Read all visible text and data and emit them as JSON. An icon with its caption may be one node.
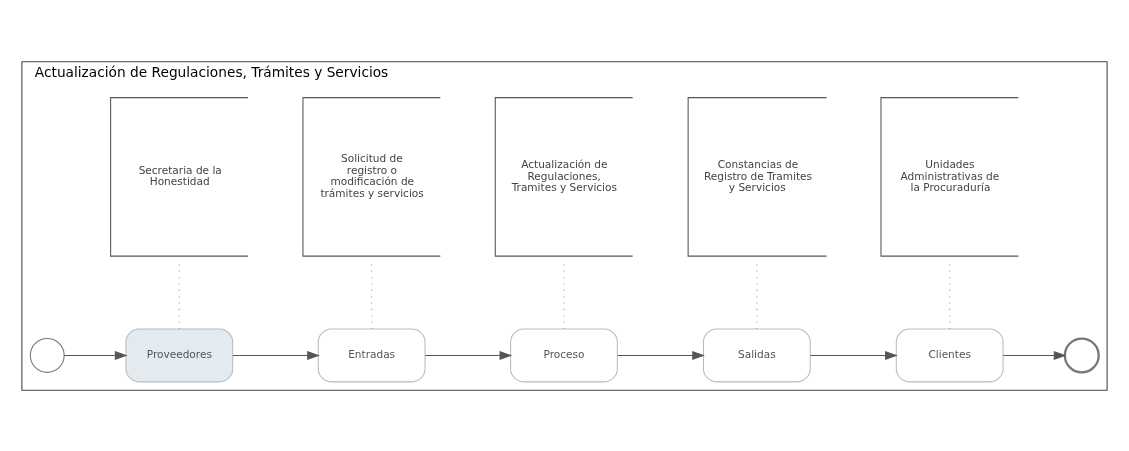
{
  "diagram": {
    "nodes": [
      {
        "text": [
          "Actualización de Regulaciones, Trámites y Servicios"
        ]
      },
      {
        "text": [],
        "shape": "circle",
        "in": 0
      },
      {
        "text": [
          "Proveedores"
        ],
        "in": 0
      },
      {
        "text": [
          "Entradas"
        ],
        "in": 0
      },
      {
        "text": [
          "Proceso"
        ],
        "in": 0
      },
      {
        "text": [
          "Salidas"
        ],
        "in": 0
      },
      {
        "text": [
          "Clientes"
        ],
        "in": 0
      },
      {
        "text": [],
        "shape": "circle",
        "in": 0
      },
      {
        "text": [
          "Secretaria de la Honestidad"
        ],
        "in": 0
      },
      {
        "text": [
          "Solicitud de registro o modificación de trámites y servicios"
        ],
        "in": 0
      },
      {
        "text": [
          "Actualización de Regulaciones, Tramites y Servicios"
        ],
        "in": 0
      },
      {
        "text": [
          "Constancias de Registro de Tramites y Servicios"
        ],
        "in": 0
      },
      {
        "text": [
          "Unidades Administrativas de la Procuraduría"
        ],
        "in": 0
      }
    ],
    "edges": [
      {
        "from": 1,
        "to": 2,
        "arrow": "to"
      },
      {
        "from": 2,
        "to": 3,
        "arrow": "to"
      },
      {
        "from": 3,
        "to": 4,
        "arrow": "to"
      },
      {
        "from": 4,
        "to": 5,
        "arrow": "to"
      },
      {
        "from": 5,
        "to": 6,
        "arrow": "to"
      },
      {
        "from": 6,
        "to": 7,
        "arrow": "to"
      },
      {
        "from": 2,
        "to": 8,
        "arrow": "none",
        "style": "dashed"
      },
      {
        "from": 3,
        "to": 9,
        "arrow": "none",
        "style": "dashed"
      },
      {
        "from": 4,
        "to": 10,
        "arrow": "none",
        "style": "dashed"
      },
      {
        "from": 5,
        "to": 11,
        "arrow": "none",
        "style": "dashed"
      },
      {
        "from": 6,
        "to": 12,
        "arrow": "none",
        "style": "dashed"
      }
    ]
  }
}
